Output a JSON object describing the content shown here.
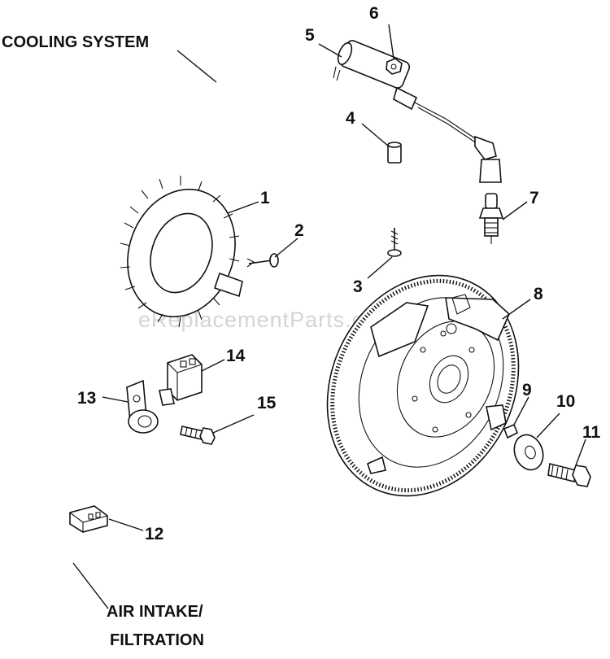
{
  "sections": {
    "cooling": "COOLING SYSTEM",
    "air_line1": "AIR INTAKE/",
    "air_line2": "FILTRATION"
  },
  "watermark": "eReplacementParts.com",
  "callouts": {
    "p1": "1",
    "p2": "2",
    "p3": "3",
    "p4": "4",
    "p5": "5",
    "p6": "6",
    "p7": "7",
    "p8": "8",
    "p9": "9",
    "p10": "10",
    "p11": "11",
    "p12": "12",
    "p13": "13",
    "p14": "14",
    "p15": "15"
  }
}
